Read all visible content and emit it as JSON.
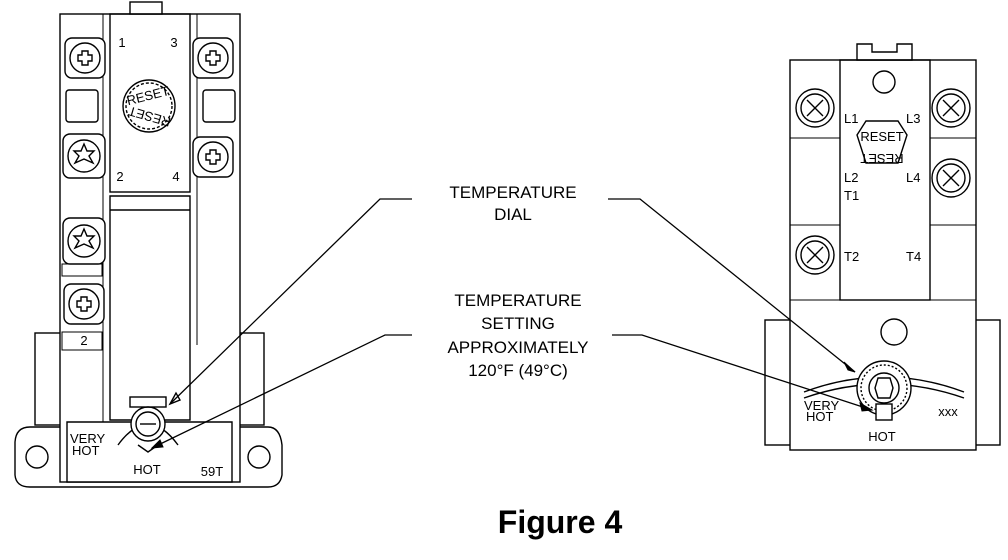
{
  "callouts": {
    "dial_line1": "TEMPERATURE",
    "dial_line2": "DIAL",
    "setting_line1": "TEMPERATURE",
    "setting_line2": "SETTING",
    "setting_line3": "APPROXIMATELY",
    "setting_line4": "120°F (49°C)"
  },
  "left_thermostat": {
    "terminal_1": "1",
    "terminal_3": "3",
    "terminal_2": "2",
    "terminal_4": "4",
    "terminal_2_lower": "2",
    "reset_top": "RESET",
    "reset_bottom": "RESET",
    "very": "VERY",
    "hot_stack": "HOT",
    "hot": "HOT",
    "model": "59T"
  },
  "right_thermostat": {
    "l1": "L1",
    "l3": "L3",
    "l2": "L2",
    "t1": "T1",
    "l4": "L4",
    "t2": "T2",
    "t4": "T4",
    "reset_top": "RESET",
    "reset_bottom": "RESET",
    "very": "VERY",
    "hot_stack": "HOT",
    "hot": "HOT",
    "model": "xxx"
  },
  "caption": "Figure 4"
}
